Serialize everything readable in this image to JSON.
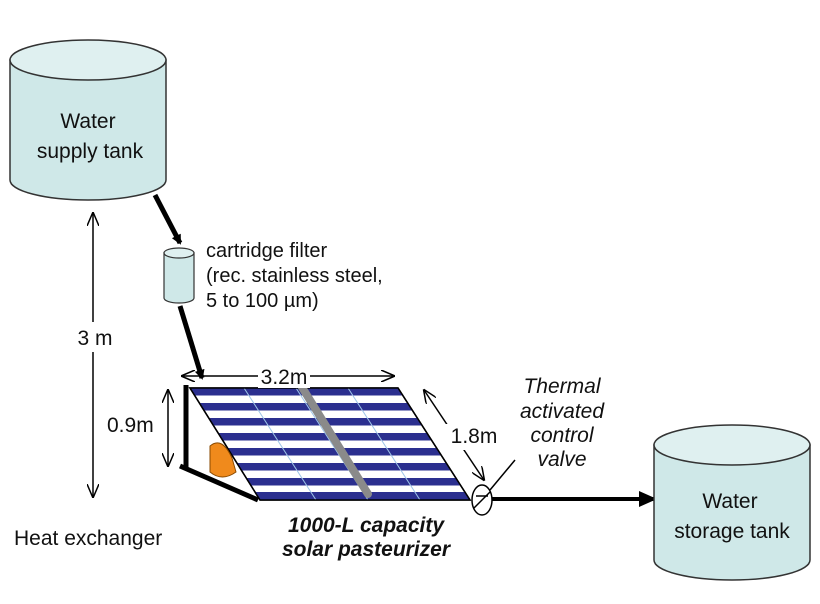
{
  "colors": {
    "tank_fill": "#cfe8e8",
    "filter_fill": "#cfe8e8",
    "panel_stripe_dark": "#2b2f8f",
    "panel_stripe_light": "#ffffff",
    "pipe": "#000000",
    "heat_exchanger": "#f08a1c",
    "diagonal_rod": "#8a8a8a"
  },
  "supply_tank": {
    "line1": "Water",
    "line2": "supply tank"
  },
  "storage_tank": {
    "line1": "Water",
    "line2": "storage tank"
  },
  "filter": {
    "line1": "cartridge filter",
    "line2": "(rec. stainless steel,",
    "line3": "5 to 100 µm)"
  },
  "dimensions": {
    "height_total": "3 m",
    "height_panel": "0.9m",
    "width_panel": "3.2m",
    "length_panel": "1.8m"
  },
  "valve": {
    "line1": "Thermal",
    "line2": "activated",
    "line3": "control",
    "line4": "valve"
  },
  "heat_exchanger": {
    "label": "Heat exchanger"
  },
  "pasteurizer": {
    "line1": "1000-L capacity",
    "line2": "solar pasteurizer"
  }
}
